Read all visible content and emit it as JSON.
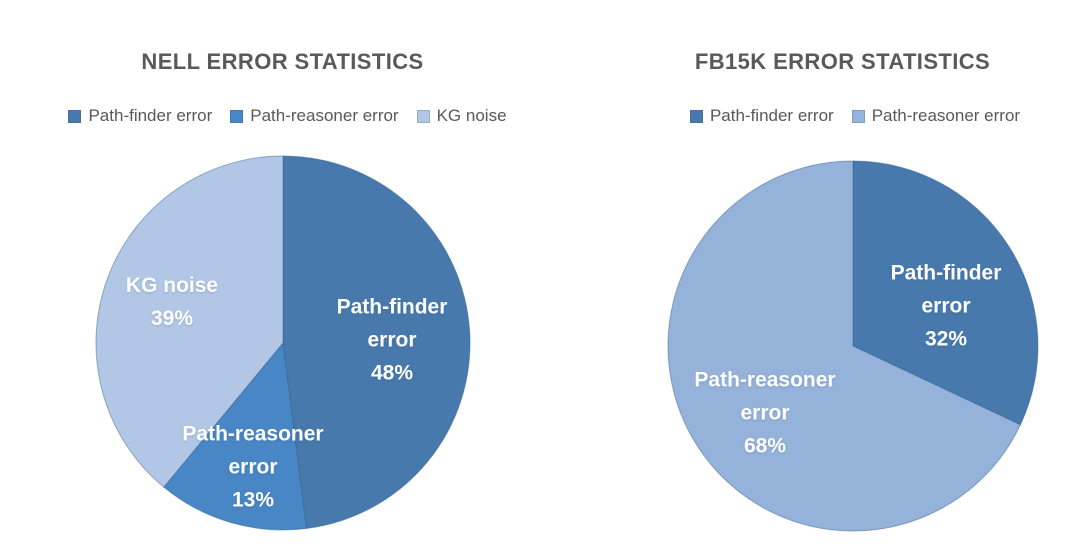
{
  "style": {
    "background": "#ffffff",
    "title_color": "#595959",
    "legend_text_color": "#595959",
    "slice_label_color": "#ffffff"
  },
  "chart_data": [
    {
      "type": "pie",
      "title": "NELL ERROR STATISTICS",
      "labels": [
        "Path-finder error",
        "Path-reasoner error",
        "KG noise"
      ],
      "values": [
        48,
        13,
        39
      ],
      "pct_labels": [
        "48%",
        "13%",
        "39%"
      ],
      "unit": "%",
      "colors": [
        "#4779ad",
        "#4886c6",
        "#b2c7e5"
      ],
      "legend_position": "top",
      "start_angle_deg": 0,
      "direction": "clockwise"
    },
    {
      "type": "pie",
      "title": "FB15K ERROR STATISTICS",
      "labels": [
        "Path-finder error",
        "Path-reasoner error"
      ],
      "values": [
        32,
        68
      ],
      "pct_labels": [
        "32%",
        "68%"
      ],
      "unit": "%",
      "colors": [
        "#4779ad",
        "#95b3da"
      ],
      "legend_position": "top",
      "start_angle_deg": 0,
      "direction": "clockwise"
    }
  ]
}
